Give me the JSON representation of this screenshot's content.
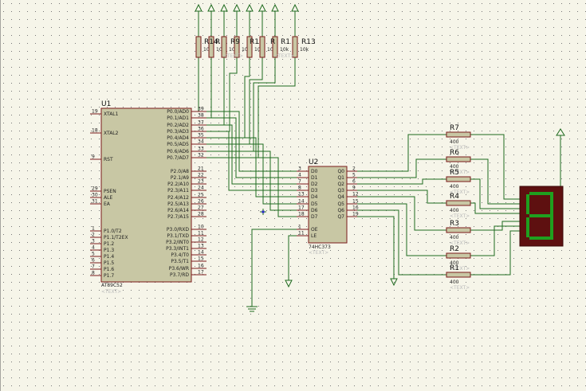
{
  "u1": {
    "ref": "U1",
    "part": "AT89C52",
    "ghost": "<TEXT>",
    "left_pins": [
      {
        "num": "19",
        "name": "XTAL1"
      },
      {
        "num": "18",
        "name": "XTAL2"
      },
      {
        "num": "9",
        "name": "RST"
      },
      {
        "num": "29",
        "name": "PSEN"
      },
      {
        "num": "30",
        "name": "ALE"
      },
      {
        "num": "31",
        "name": "EA"
      },
      {
        "num": "1",
        "name": "P1.0/T2"
      },
      {
        "num": "2",
        "name": "P1.1/T2EX"
      },
      {
        "num": "3",
        "name": "P1.2"
      },
      {
        "num": "4",
        "name": "P1.3"
      },
      {
        "num": "5",
        "name": "P1.4"
      },
      {
        "num": "6",
        "name": "P1.5"
      },
      {
        "num": "7",
        "name": "P1.6"
      },
      {
        "num": "8",
        "name": "P1.7"
      }
    ],
    "right_pins": [
      {
        "num": "39",
        "name": "P0.0/AD0"
      },
      {
        "num": "38",
        "name": "P0.1/AD1"
      },
      {
        "num": "37",
        "name": "P0.2/AD2"
      },
      {
        "num": "36",
        "name": "P0.3/AD3"
      },
      {
        "num": "35",
        "name": "P0.4/AD4"
      },
      {
        "num": "34",
        "name": "P0.5/AD5"
      },
      {
        "num": "33",
        "name": "P0.6/AD6"
      },
      {
        "num": "32",
        "name": "P0.7/AD7"
      },
      {
        "num": "21",
        "name": "P2.0/A8"
      },
      {
        "num": "22",
        "name": "P2.1/A9"
      },
      {
        "num": "23",
        "name": "P2.2/A10"
      },
      {
        "num": "24",
        "name": "P2.3/A11"
      },
      {
        "num": "25",
        "name": "P2.4/A12"
      },
      {
        "num": "26",
        "name": "P2.5/A13"
      },
      {
        "num": "27",
        "name": "P2.6/A14"
      },
      {
        "num": "28",
        "name": "P2.7/A15"
      },
      {
        "num": "10",
        "name": "P3.0/RXD"
      },
      {
        "num": "11",
        "name": "P3.1/TXD"
      },
      {
        "num": "12",
        "name": "P3.2/INT0"
      },
      {
        "num": "13",
        "name": "P3.3/INT1"
      },
      {
        "num": "14",
        "name": "P3.4/T0"
      },
      {
        "num": "15",
        "name": "P3.5/T1"
      },
      {
        "num": "16",
        "name": "P3.6/WR"
      },
      {
        "num": "17",
        "name": "P3.7/RD"
      }
    ]
  },
  "u2": {
    "ref": "U2",
    "part": "74HC373",
    "ghost": "<TEXT>",
    "d_pins": [
      {
        "num": "3",
        "name": "D0"
      },
      {
        "num": "4",
        "name": "D1"
      },
      {
        "num": "7",
        "name": "D2"
      },
      {
        "num": "8",
        "name": "D3"
      },
      {
        "num": "13",
        "name": "D4"
      },
      {
        "num": "14",
        "name": "D5"
      },
      {
        "num": "17",
        "name": "D6"
      },
      {
        "num": "18",
        "name": "D7"
      }
    ],
    "ctrl_pins": [
      {
        "num": "1",
        "name": "OE"
      },
      {
        "num": "11",
        "name": "LE"
      }
    ],
    "q_pins": [
      {
        "num": "2",
        "name": "Q0"
      },
      {
        "num": "5",
        "name": "Q1"
      },
      {
        "num": "6",
        "name": "Q2"
      },
      {
        "num": "9",
        "name": "Q3"
      },
      {
        "num": "12",
        "name": "Q4"
      },
      {
        "num": "15",
        "name": "Q5"
      },
      {
        "num": "16",
        "name": "Q6"
      },
      {
        "num": "19",
        "name": "Q7"
      }
    ]
  },
  "pullups": {
    "labels": [
      "R14",
      "R",
      "R9",
      "R1",
      "R",
      "R1",
      "R13"
    ],
    "value": "10k",
    "ghost": "<TEXT>"
  },
  "series_resistors": {
    "labels": [
      "R7",
      "R6",
      "R5",
      "R4",
      "R3",
      "R2",
      "R1"
    ],
    "value": "400",
    "ghost": "<TEXT>"
  },
  "display": {
    "digit": "8",
    "segment_color": "#1fa01f",
    "body_color": "#5e1010"
  },
  "colors": {
    "background": "#f6f5e9",
    "chip_fill": "#c8c7a4",
    "wire": "#1f6a1f",
    "pin": "#7a1a1a"
  }
}
